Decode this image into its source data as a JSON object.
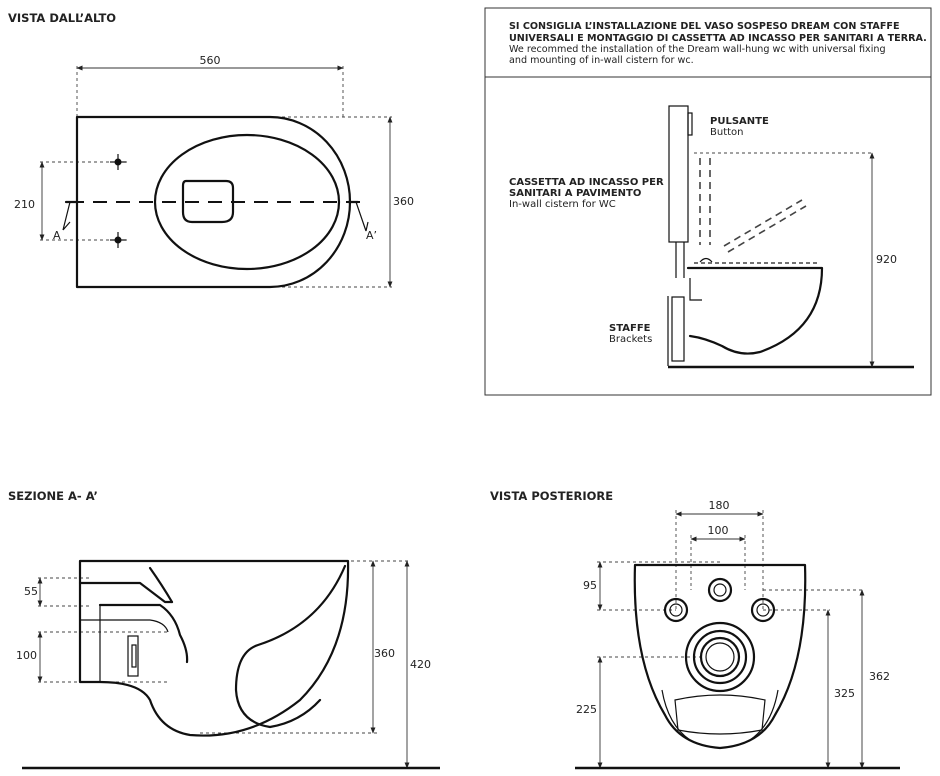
{
  "views": {
    "top": {
      "title": "VISTA DALL’ALTO",
      "dims": {
        "width": "560",
        "depth": "360",
        "fix": "210"
      },
      "section_labels": {
        "left": "A",
        "right": "A’"
      }
    },
    "install": {
      "note_it": [
        "SI CONSIGLIA L’INSTALLAZIONE DEL VASO SOSPESO DREAM CON STAFFE",
        "UNIVERSALI E MONTAGGIO DI CASSETTA AD INCASSO PER SANITARI A TERRA."
      ],
      "note_en": [
        "We recommed the installation of the Dream wall-hung wc with universal fixing",
        "and mounting of in-wall cistern for wc."
      ],
      "labels": {
        "button_it": "PULSANTE",
        "button_en": "Button",
        "cistern_it": [
          "CASSETTA AD INCASSO PER",
          "SANITARI A PAVIMENTO"
        ],
        "cistern_en": "In-wall cistern for WC",
        "brackets_it": "STAFFE",
        "brackets_en": "Brackets"
      },
      "dims": {
        "height": "920"
      }
    },
    "section": {
      "title": "SEZIONE A- A’",
      "dims": {
        "a": "55",
        "b": "100",
        "c": "360",
        "d": "420"
      }
    },
    "rear": {
      "title": "VISTA POSTERIORE",
      "dims": {
        "outer": "180",
        "inner": "100",
        "top": "95",
        "bottom": "225",
        "mid": "325",
        "total": "362"
      }
    }
  }
}
